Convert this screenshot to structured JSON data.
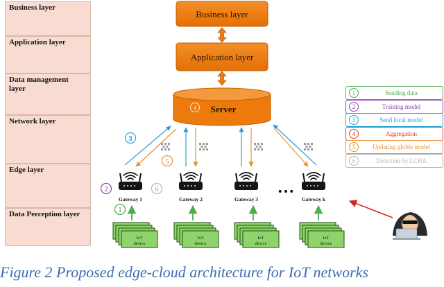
{
  "layers": [
    "Business layer",
    "Application layer",
    "Data management layer",
    "Network layer",
    "Edge layer",
    "Data Perception layer"
  ],
  "boxes": {
    "business": "Business layer",
    "application": "Application  layer",
    "server": "Server",
    "server_step": "4"
  },
  "gateways": [
    "Gateway 1",
    "Gateway 2",
    "Gateway 3",
    "Gateway k"
  ],
  "device_label_line1": "IoT",
  "device_label_line2": "device",
  "ellipsis": "•••",
  "flow_steps": {
    "send_model": "3",
    "update_model": "5",
    "training": "2",
    "detection": "6",
    "sending_data": "1"
  },
  "legend": [
    {
      "num": "1",
      "text": "Sending data",
      "color": "#4cae4c"
    },
    {
      "num": "2",
      "text": "Training model",
      "color": "#8e44ad"
    },
    {
      "num": "3",
      "text": "Send local model",
      "color": "#29a3d6"
    },
    {
      "num": "4",
      "text": "Aggregation",
      "color": "#e53935"
    },
    {
      "num": "5",
      "text": "Updating globle model",
      "color": "#e8912d"
    },
    {
      "num": "6",
      "text": "Detection by LCHA",
      "color": "#b5b5b5"
    }
  ],
  "caption": "Figure 2 Proposed edge-cloud architecture for IoT networks",
  "colors": {
    "orange_box": "#ee7d10",
    "orange_border": "#c05f00",
    "layer_fill": "#f8dcd2",
    "device_fill": "#8fd46b",
    "hacker_arrow": "#d8221c",
    "caption": "#3b6cb3"
  }
}
